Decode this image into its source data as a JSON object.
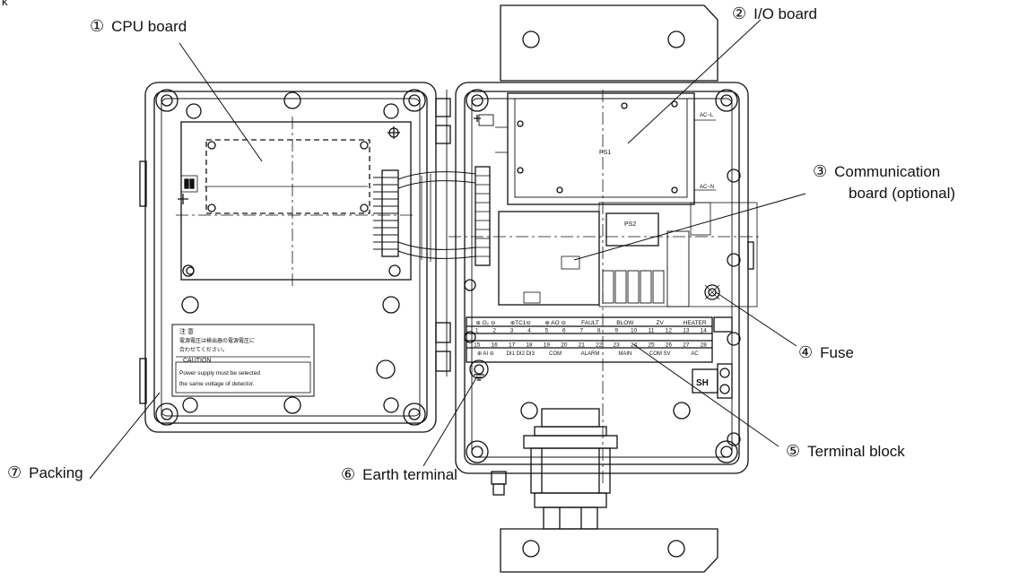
{
  "corner_mark": "k",
  "labels": {
    "cpu": {
      "num": "①",
      "text": "CPU board"
    },
    "io": {
      "num": "②",
      "text": "I/O board"
    },
    "comm": {
      "num": "③",
      "line1": "Communication",
      "line2": "board (optional)"
    },
    "fuse": {
      "num": "④",
      "text": "Fuse"
    },
    "term": {
      "num": "⑤",
      "text": "Terminal block"
    },
    "earth": {
      "num": "⑥",
      "text": "Earth terminal"
    },
    "pack": {
      "num": "⑦",
      "text": "Packing"
    }
  },
  "board_text": {
    "ps1": "PS1",
    "ps2": "PS2",
    "acl": "AC~L",
    "acn": "AC~N"
  },
  "notice": {
    "jp_title": "注 意",
    "jp_line1": "電源電圧は検出器の電源電圧に",
    "jp_line2": "合わせてください。",
    "caution_title": "CAUTION",
    "caution_line1": "Power supply must be selected",
    "caution_line2": "the same voltage of detector."
  },
  "terminal_block": {
    "top_headers": [
      "⊕ O₂ ⊖",
      "⊕TC1⊖",
      "⊕ AO ⊖",
      "FAULT",
      "BLOW",
      "ZV",
      "HEATER"
    ],
    "row_top": [
      "1",
      "2",
      "3",
      "4",
      "5",
      "6",
      "7",
      "8",
      "9",
      "10",
      "11",
      "12",
      "13",
      "14"
    ],
    "row_bottom": [
      "15",
      "16",
      "17",
      "18",
      "19",
      "20",
      "21",
      "22",
      "23",
      "24",
      "25",
      "26",
      "27",
      "28"
    ],
    "bottom_headers": [
      "⊕ AI ⊖",
      "DI1 DI2 DI3",
      "COM",
      "ALARM",
      "MAIN",
      "COM SV",
      "AC"
    ],
    "sh": "SH"
  },
  "colors": {
    "line": "#111111",
    "fill": "#ffffff",
    "grey": "#888888"
  }
}
